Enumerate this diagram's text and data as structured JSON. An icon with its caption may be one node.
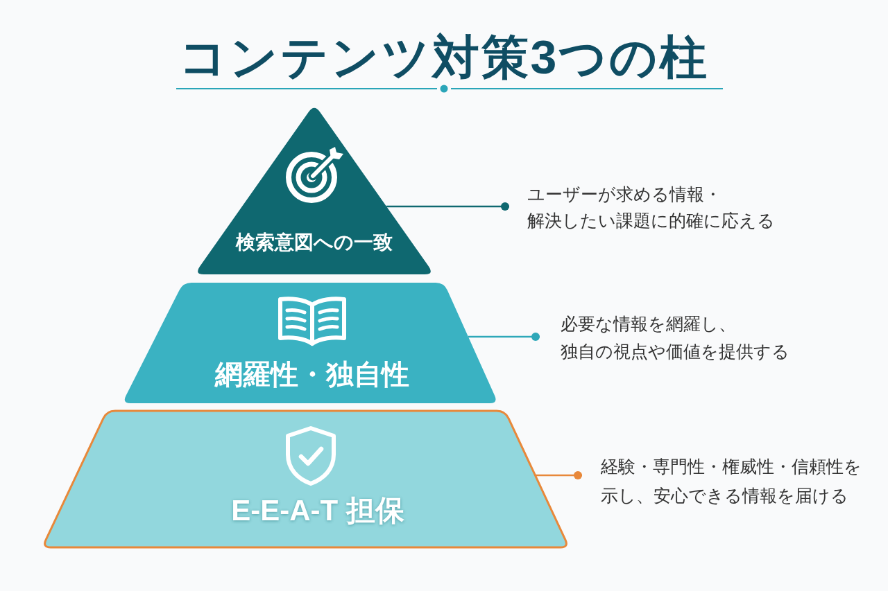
{
  "diagram": {
    "title": "コンテンツ対策3つの柱",
    "nodes": [
      {
        "text": [
          "検索意図への一致"
        ]
      },
      {
        "text": [
          "ユーザーが求める情報・解決したい課題に的確に応える"
        ]
      },
      {
        "text": [
          "網羅性・独自性"
        ]
      },
      {
        "text": [
          "必要な情報を網羅し、独自の視点や価値を提供する"
        ]
      },
      {
        "text": [
          "E-E-A-T 担保"
        ]
      },
      {
        "text": [
          "経験・専門性・権威性・信頼性を示し、安心できる情報を届ける"
        ]
      }
    ],
    "edges": [
      {
        "from": 0,
        "to": 1,
        "arrow": "other",
        "color": "#0f6870"
      },
      {
        "from": 2,
        "to": 3,
        "arrow": "other",
        "color": "#2fa8b9"
      },
      {
        "from": 4,
        "to": 5,
        "arrow": "other",
        "color": "#e8883a"
      }
    ]
  }
}
